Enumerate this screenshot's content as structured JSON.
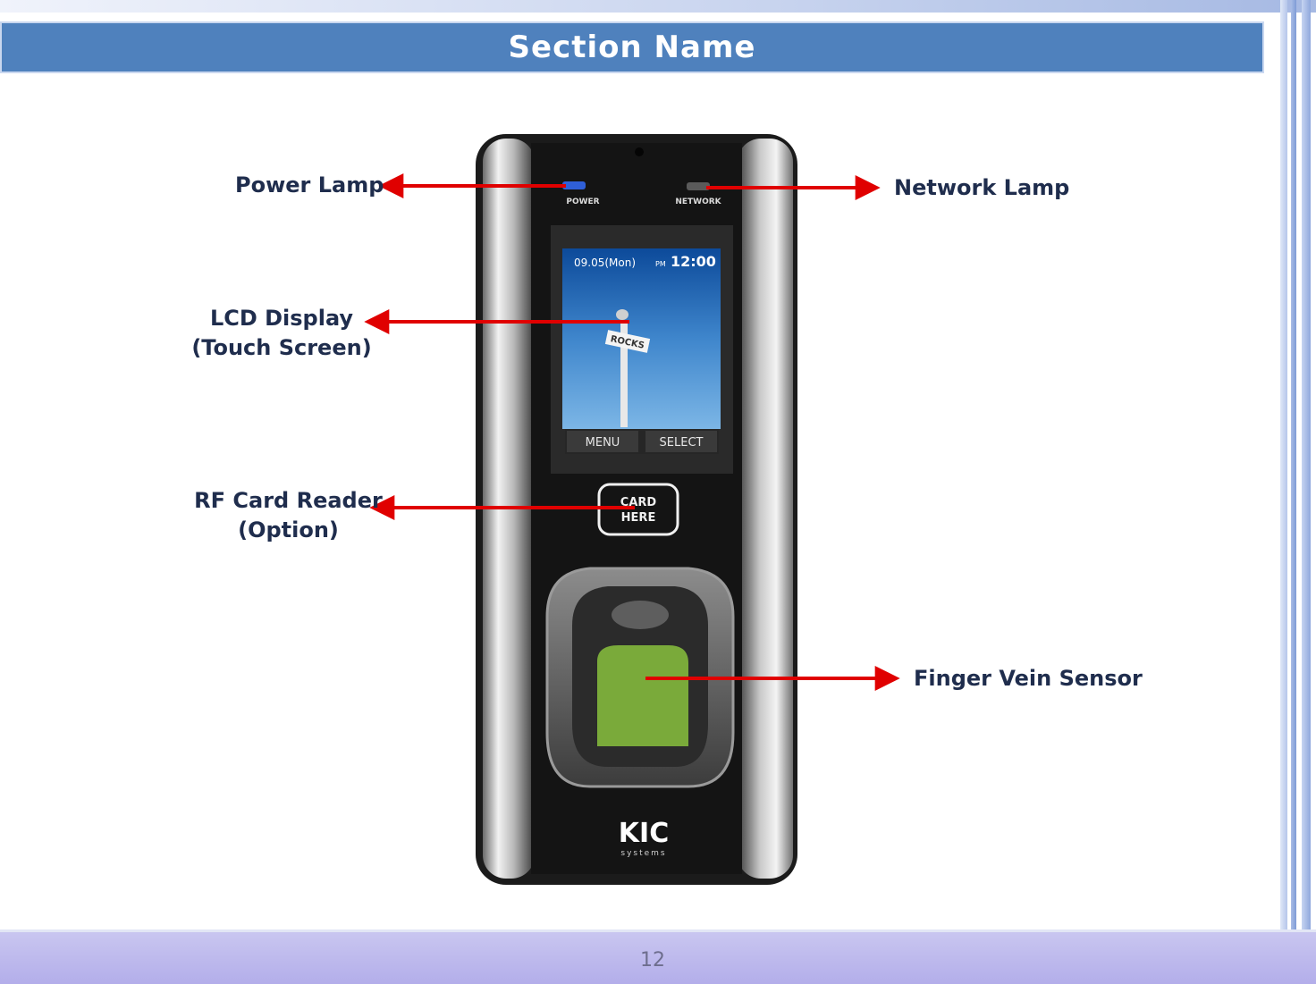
{
  "header": {
    "title": "Section Name"
  },
  "device": {
    "lamps": {
      "power": "POWER",
      "network": "NETWORK"
    },
    "screen": {
      "date": "09.05(Mon)",
      "ampm": "PM",
      "time": "12:00",
      "sign_text": "ROCKS",
      "menu_button": "MENU",
      "select_button": "SELECT"
    },
    "card_label_line1": "CARD",
    "card_label_line2": "HERE",
    "logo": {
      "brand": "KIC",
      "sub": "systems"
    }
  },
  "labels": {
    "power_lamp": "Power Lamp",
    "network_lamp": "Network Lamp",
    "lcd_display_line1": "LCD Display",
    "lcd_display_line2": "(Touch Screen)",
    "rf_card_reader_line1": "RF Card Reader",
    "rf_card_reader_line2": "(Option)",
    "finger_vein_sensor": "Finger Vein Sensor"
  },
  "footer": {
    "page_number": "12"
  },
  "colors": {
    "header_bg": "#4f81bd",
    "arrow": "#e00000",
    "label_text": "#1f2d4d",
    "sensor_green": "#7aaa3a",
    "footer_bg": "#b3aeea"
  }
}
